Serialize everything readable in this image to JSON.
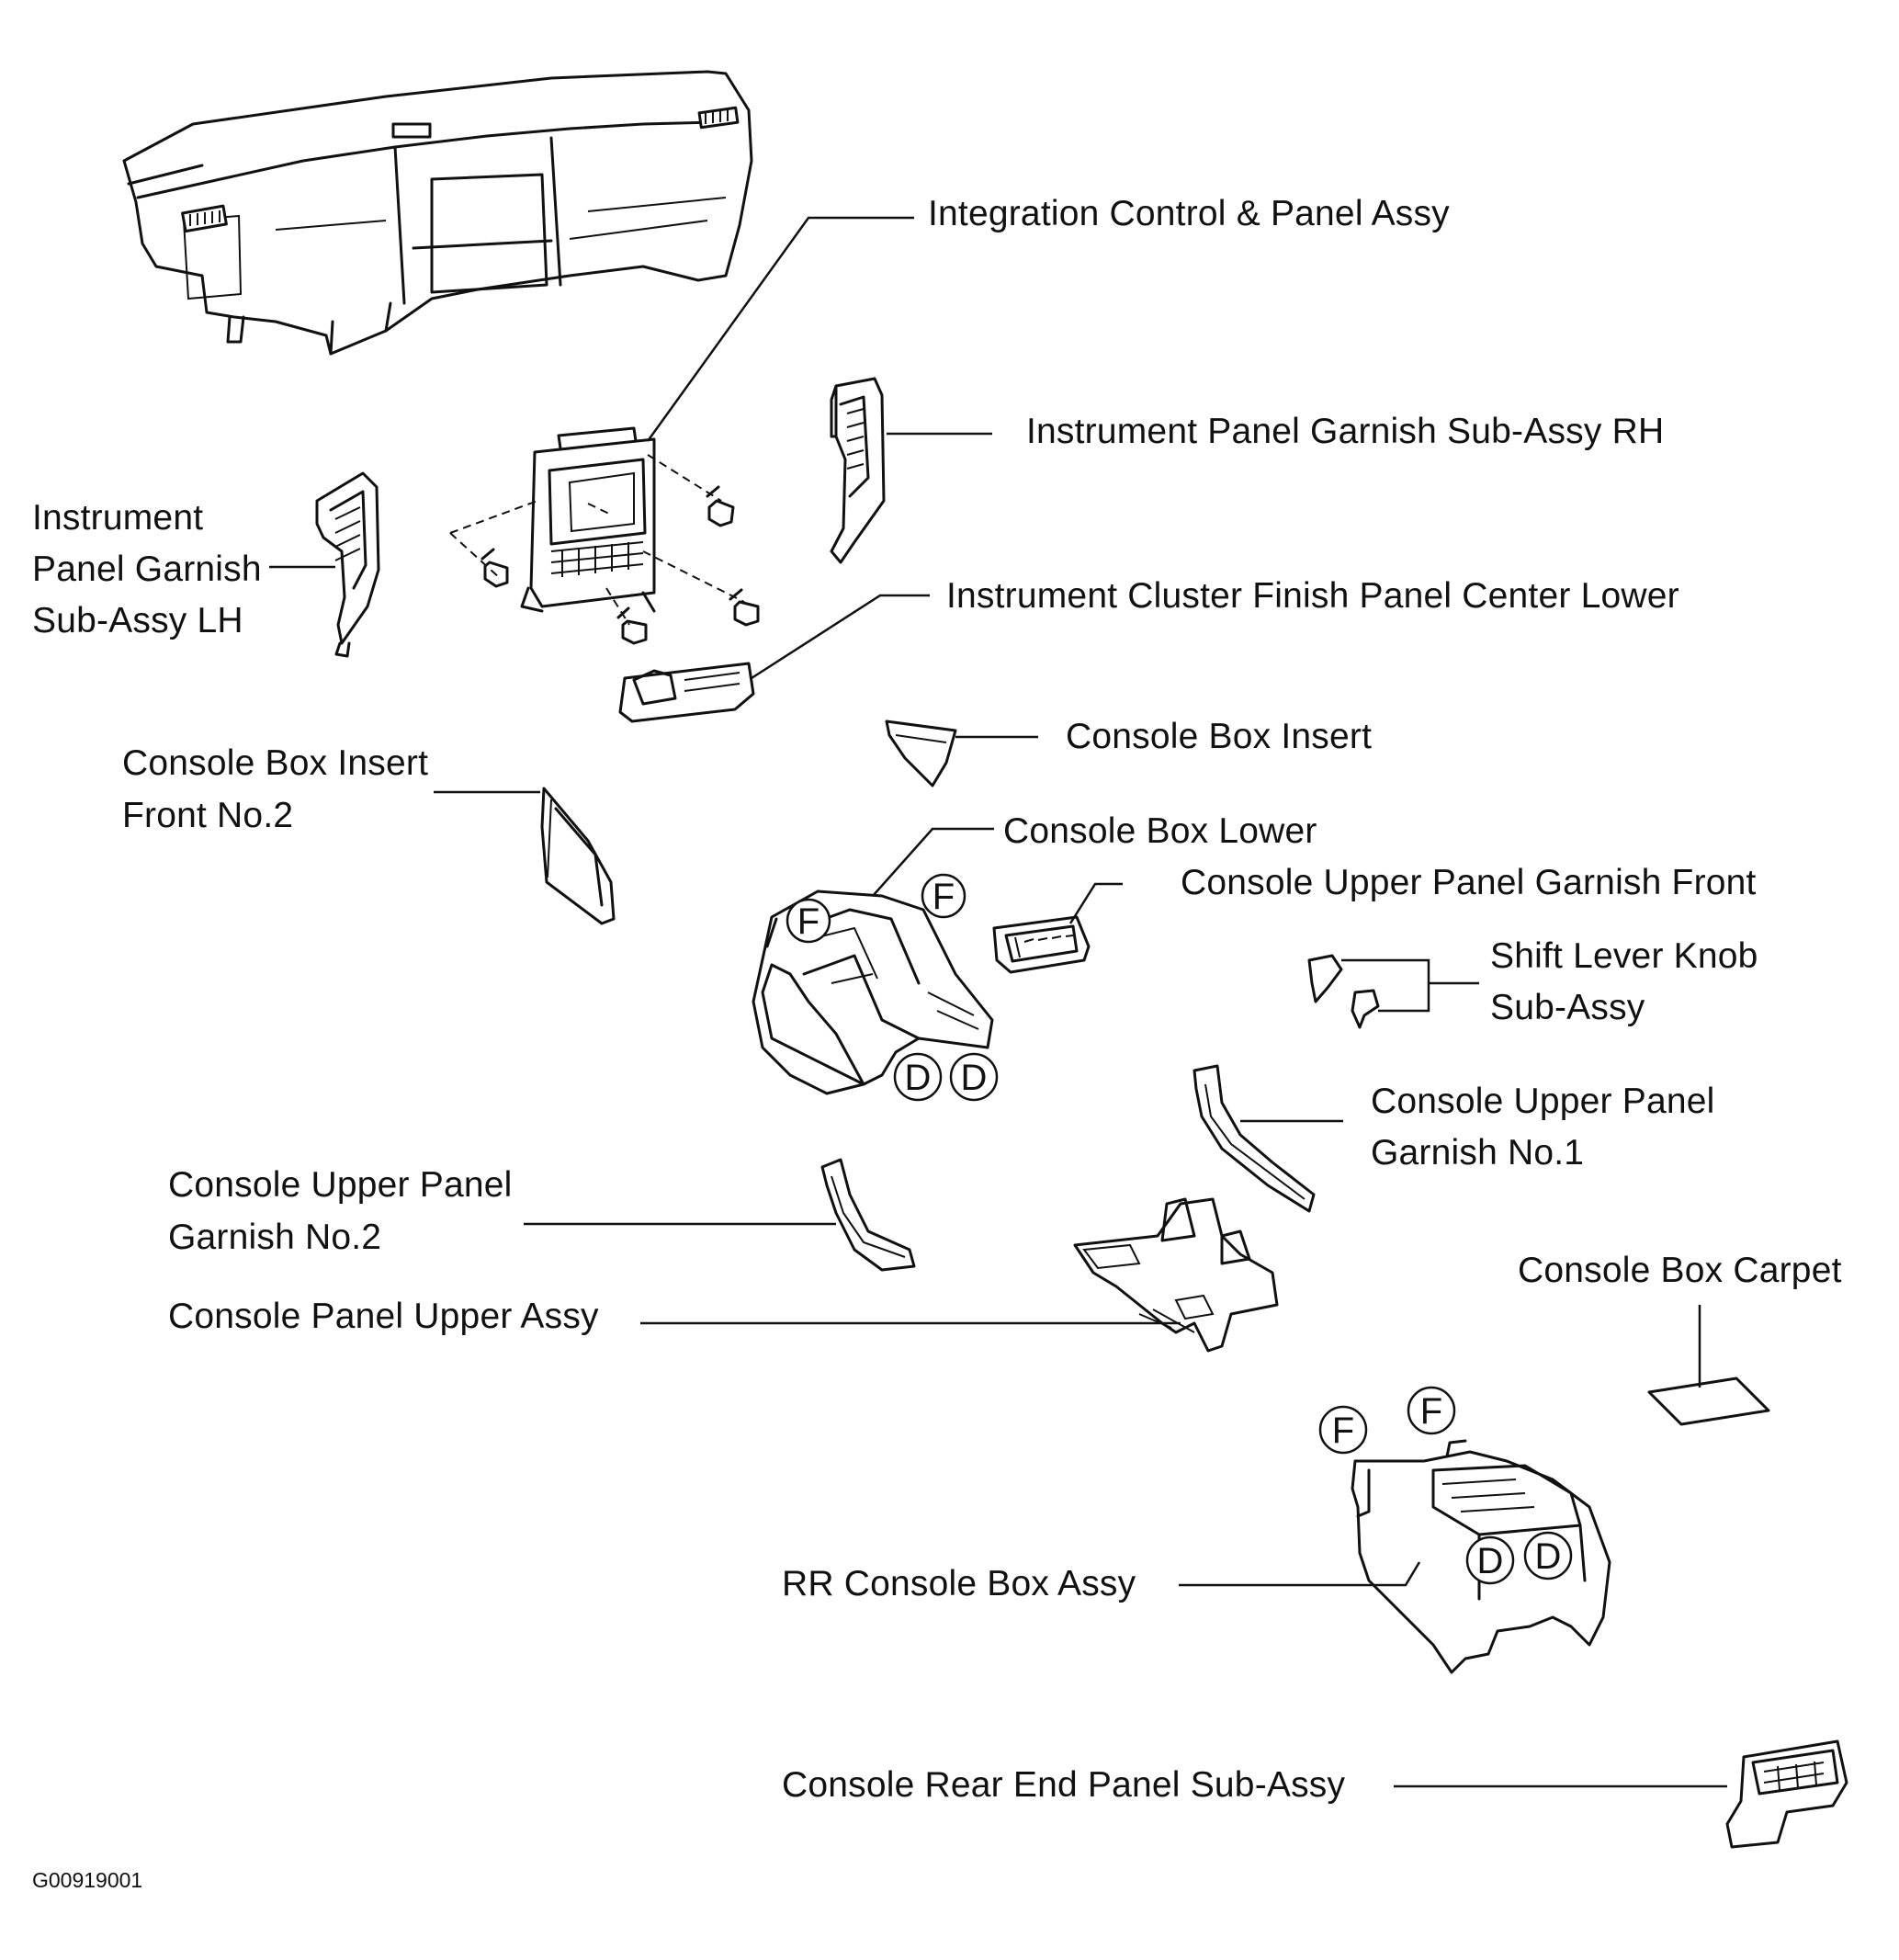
{
  "labels": {
    "integration_control": "Integration Control & Panel Assy",
    "garnish_rh": "Instrument Panel Garnish Sub-Assy RH",
    "garnish_lh_1": "Instrument",
    "garnish_lh_2": "Panel Garnish",
    "garnish_lh_3": "Sub-Assy LH",
    "cluster_finish_lower": "Instrument Cluster Finish Panel Center Lower",
    "console_box_insert": "Console Box Insert",
    "insert_front_no2_1": "Console Box Insert",
    "insert_front_no2_2": "Front No.2",
    "console_box_lower": "Console Box Lower",
    "upper_garnish_front": "Console Upper Panel Garnish Front",
    "shift_knob_1": "Shift Lever Knob",
    "shift_knob_2": "Sub-Assy",
    "upper_garnish_no1_1": "Console Upper Panel",
    "upper_garnish_no1_2": "Garnish No.1",
    "upper_garnish_no2_1": "Console Upper Panel",
    "upper_garnish_no2_2": "Garnish No.2",
    "panel_upper_assy": "Console Panel Upper Assy",
    "console_box_carpet": "Console Box Carpet",
    "rr_console_box": "RR Console Box Assy",
    "rear_end_panel": "Console Rear End Panel Sub-Assy"
  },
  "callouts": {
    "F": "F",
    "D": "D"
  },
  "figure_code": "G00919001"
}
